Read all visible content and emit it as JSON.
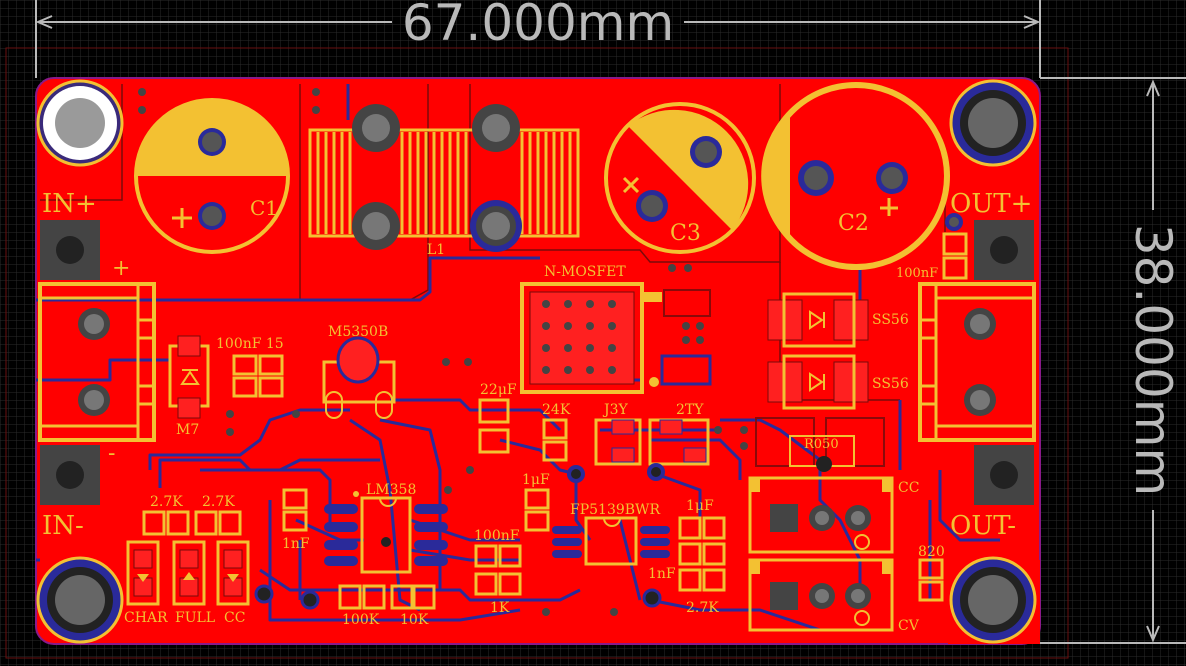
{
  "dimensions": {
    "width_label": "67.000mm",
    "height_label": "38.000mm"
  },
  "silkscreen": {
    "in_plus": "IN+",
    "in_minus": "IN-",
    "out_plus": "OUT+",
    "out_minus": "OUT-",
    "plus_sign": "+",
    "minus_sign": "-",
    "c1": "C1",
    "c2": "C2",
    "c3": "C3",
    "l1": "L1",
    "n_mosfet": "N-MOSFET",
    "m5350b": "M5350B",
    "m7": "M7",
    "nf100_15": "100nF 15",
    "uf22": "22μF",
    "k24": "24K",
    "j3y": "J3Y",
    "t2y": "2TY",
    "ss56_a": "SS56",
    "ss56_b": "SS56",
    "nf100_right": "100nF",
    "r050": "R050",
    "cc": "CC",
    "cv": "CV",
    "r820": "820",
    "lm358": "LM358",
    "fp5139": "FP5139BWR",
    "uf1_a": "1μF",
    "uf1_b": "1μF",
    "nf100_mid": "100nF",
    "nf1_left": "1nF",
    "nf1_right": "1nF",
    "k1": "1K",
    "k2_7_right": "2.7K",
    "k2_7_a": "2.7K",
    "k2_7_b": "2.7K",
    "k100": "100K",
    "k10": "10K",
    "char": "CHAR",
    "full": "FULL",
    "cc_led": "CC"
  },
  "colors": {
    "background": "#000000",
    "grid": "#2a2a2a",
    "board_fill": "#ff0000",
    "bottom_trace": "#2a2a9a",
    "silkscreen": "#f3c132",
    "dimension": "#b9b9b9",
    "outline": "#8a1a8a"
  }
}
